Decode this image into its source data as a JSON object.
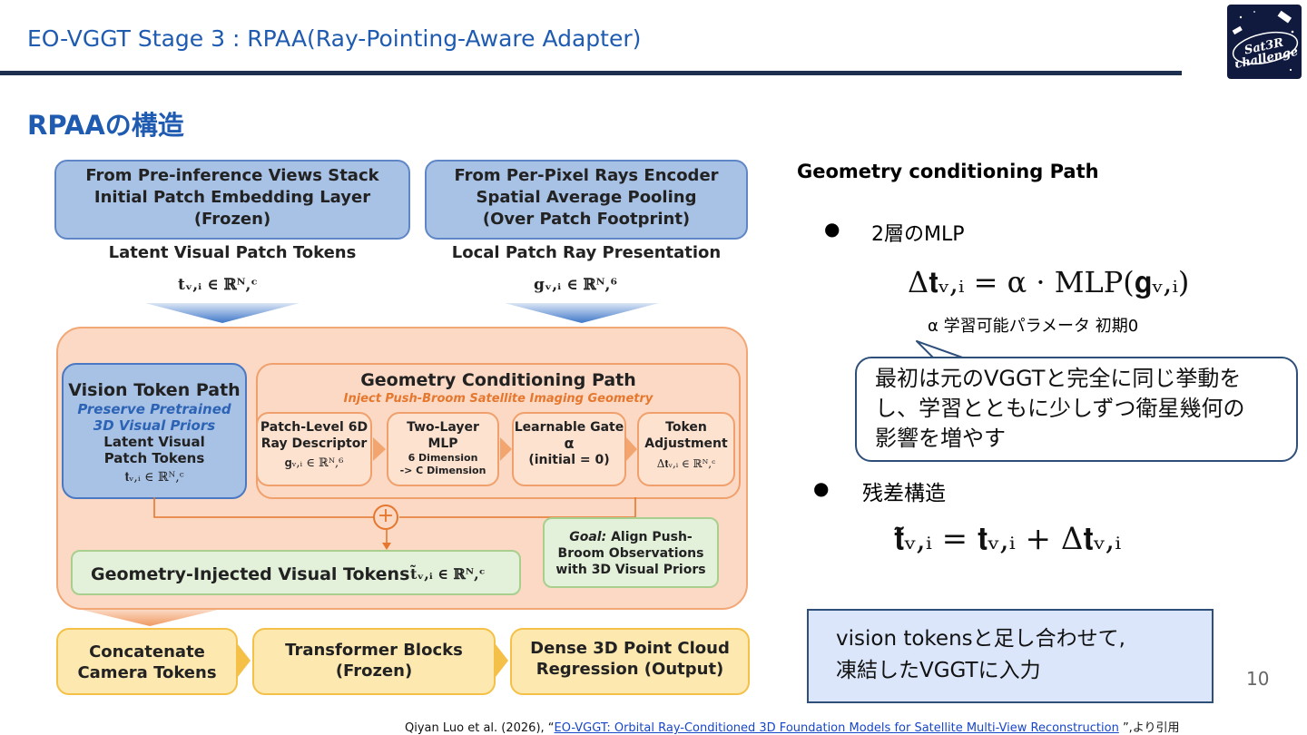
{
  "header": {
    "title": "EO-VGGT  Stage 3 : RPAA(Ray-Pointing-Aware Adapter)",
    "logo_text": "Sat3R challenge"
  },
  "section_title": "RPAAの構造",
  "diagram": {
    "top_left_box": [
      "From Pre-inference Views Stack",
      "Initial Patch Embedding Layer",
      "(Frozen)"
    ],
    "top_right_box": [
      "From Per-Pixel Rays Encoder",
      "Spatial Average Pooling",
      "(Over Patch Footprint)"
    ],
    "latent_label": "Latent Visual Patch Tokens",
    "latent_math": "𝐭ᵥ,ᵢ  ∈ ℝᴺ,ᶜ",
    "ray_label": "Local Patch Ray Presentation",
    "ray_math": "𝐠ᵥ,ᵢ  ∈ ℝᴺ,⁶",
    "vision_path": {
      "title": "Vision Token Path",
      "subtitle": [
        "Preserve Pretrained",
        "3D Visual Priors"
      ],
      "body": [
        "Latent Visual",
        "Patch Tokens"
      ],
      "math": "𝐭ᵥ,ᵢ  ∈ ℝᴺ,ᶜ"
    },
    "geometry_path": {
      "title": "Geometry Conditioning Path",
      "subtitle": "Inject Push-Broom Satellite Imaging Geometry",
      "cards": [
        {
          "lines": [
            "Patch-Level 6D",
            "Ray Descriptor"
          ],
          "math": "𝐠ᵥ,ᵢ  ∈ ℝᴺ,⁶"
        },
        {
          "lines": [
            "Two-Layer",
            "MLP"
          ],
          "small": [
            "6 Dimension",
            "-> C Dimension"
          ]
        },
        {
          "lines": [
            "Learnable Gate",
            "α",
            "(initial = 0)"
          ]
        },
        {
          "lines": [
            "Token",
            "Adjustment"
          ],
          "math": "Δ𝐭ᵥ,ᵢ  ∈ ℝᴺ,ᶜ"
        }
      ]
    },
    "geometry_injected": {
      "label": "Geometry-Injected Visual Tokens",
      "math": "t̃ᵥ,ᵢ  ∈ ℝᴺ,ᶜ"
    },
    "goal": {
      "prefix": "Goal:",
      "text": [
        " Align Push-",
        "Broom Observations",
        "with 3D Visual Priors"
      ]
    },
    "bottom_boxes": [
      [
        "Concatenate",
        "Camera Tokens"
      ],
      [
        "Transformer Blocks",
        "(Frozen)"
      ],
      [
        "Dense 3D Point Cloud",
        "Regression (Output)"
      ]
    ],
    "plus_symbol": "+"
  },
  "right": {
    "heading": "Geometry conditioning Path",
    "bullet1": "2層のMLP",
    "eq1": "Δ𝐭ᵥ,ᵢ = α · MLP(𝐠ᵥ,ᵢ)",
    "alpha_note": "α  学習可能パラメータ  初期0",
    "callout": [
      "最初は元のVGGTと完全に同じ挙動を",
      "し、学習とともに少しずつ衛星幾何の",
      "影響を増やす"
    ],
    "bullet2": "残差構造",
    "eq2": "𝐭̃ᵥ,ᵢ = 𝐭ᵥ,ᵢ + Δ𝐭ᵥ,ᵢ",
    "note": [
      "vision tokensと足し合わせて,",
      "凍結したVGGTに入力"
    ],
    "bullet_glyph": "●"
  },
  "page_number": "10",
  "citation": {
    "prefix": "Qiyan Luo et al. (2026), “",
    "link": "EO-VGGT: Orbital Ray-Conditioned 3D Foundation Models for Satellite Multi-View Reconstruction",
    "suffix": " ”,より引用"
  },
  "colors": {
    "accent_blue": "#1f5bb0",
    "header_rule": "#1c2f4e",
    "peach_fill": "#fbd9c4",
    "peach_border": "#f2a776",
    "box_blue": "#a8c2e6",
    "green_fill": "#e3f0da",
    "yellow_fill": "#fde9b0",
    "note_fill": "#dbe6fa"
  }
}
